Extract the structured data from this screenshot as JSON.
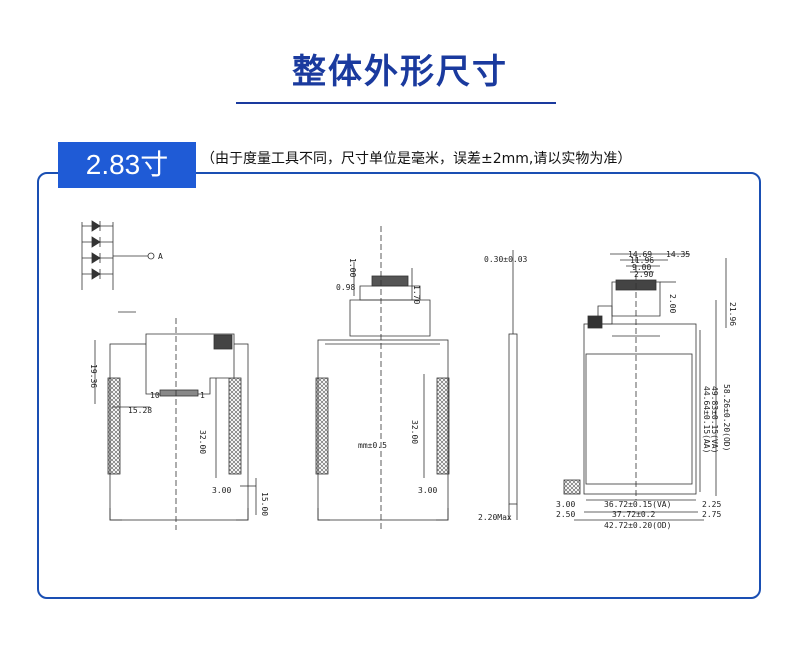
{
  "page": {
    "title": "整体外形尺寸"
  },
  "badge": {
    "size_label": "2.83寸"
  },
  "note": "（由于度量工具不同，尺寸单位是毫米，误差±2mm,请以实物为准）",
  "schematic": {
    "pin_label": "A"
  },
  "front_view": {
    "dim_left": "19.36",
    "dim_fpc": "15.28",
    "dim_inner": "32.00",
    "dim_bottom1": "3.00",
    "dim_bottom2": "15.00",
    "pin1": "1",
    "pin2": "10"
  },
  "back_view": {
    "dim_top1": "1.00",
    "dim_top2": "0.98",
    "dim_fpc": "1.70",
    "dim_center": "mm±0.5",
    "dim_inner": "32.00",
    "dim_bottom": "3.00"
  },
  "side_view": {
    "dim_top": "0.30±0.03",
    "dim_bottom": "2.20Max"
  },
  "right_view": {
    "dim_w1": "14.35",
    "dim_w2": "14.69",
    "dim_w3": "11.96",
    "dim_w4": "9.00",
    "dim_w5": "2.90",
    "dim_h1": "2.00",
    "dim_h2": "21.96",
    "dim_big_v": "58.26±0.20(OD)",
    "dim_aa_v": "44.64±0.15(AA)",
    "dim_va_v": "49.83±0.15(VA)",
    "dim_b1": "36.72±0.15(VA)",
    "dim_b2": "37.72±0.2",
    "dim_b3": "42.72±0.20(OD)",
    "dim_r1": "2.25",
    "dim_r2": "2.75",
    "dim_l1": "3.00",
    "dim_l2": "2.50"
  }
}
